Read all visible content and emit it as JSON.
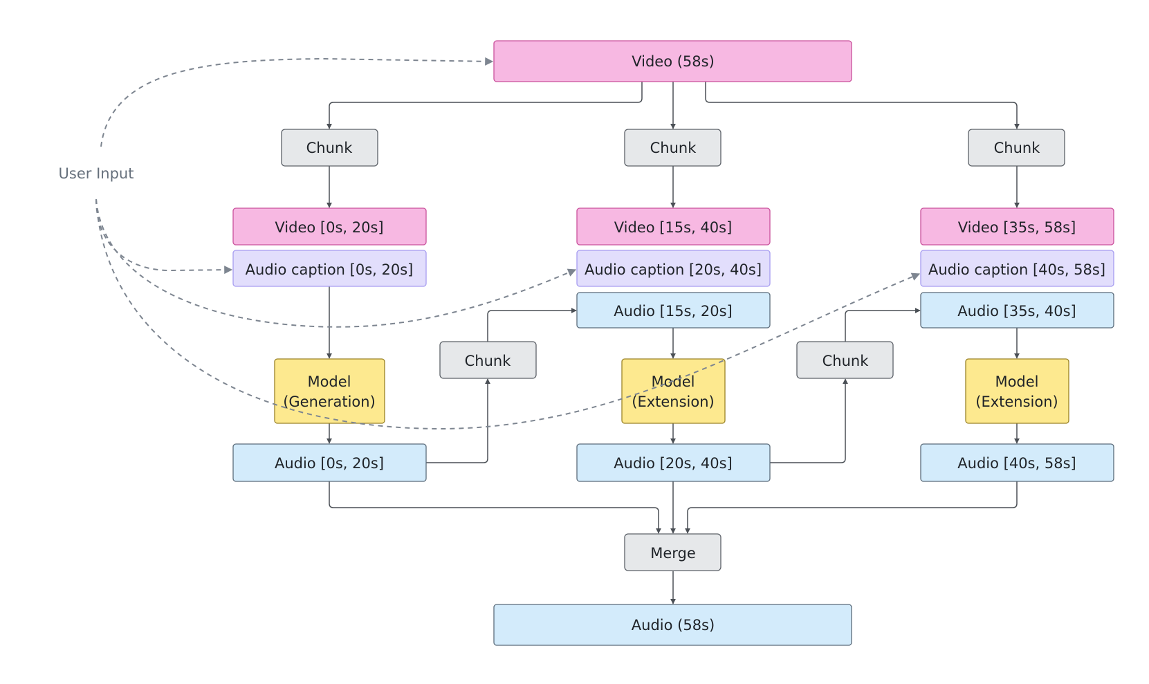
{
  "colors": {
    "video_fill": "#f7b8e2",
    "video_stroke": "#c9509b",
    "caption_fill": "#e2defc",
    "caption_stroke": "#a69cf0",
    "audio_fill": "#d3ebfb",
    "audio_stroke": "#5a6b7a",
    "chunk_fill": "#e6e8ea",
    "chunk_stroke": "#5c6168",
    "model_fill": "#fde98f",
    "model_stroke": "#9a8226",
    "edge": "#4a4f55",
    "dashed_edge": "#7d8590",
    "muted_text": "#66707c"
  },
  "user_input": {
    "label": "User Input"
  },
  "nodes": {
    "video_full": "Video (58s)",
    "chunk_left": "Chunk",
    "chunk_mid": "Chunk",
    "chunk_right": "Chunk",
    "video_seg_1": "Video [0s, 20s]",
    "video_seg_2": "Video [15s, 40s]",
    "video_seg_3": "Video [35s, 58s]",
    "caption_1": "Audio caption [0s, 20s]",
    "caption_2": "Audio caption [20s, 40s]",
    "caption_3": "Audio caption [40s, 58s]",
    "overlap_audio_2": "Audio [15s, 20s]",
    "overlap_audio_3": "Audio [35s, 40s]",
    "overlap_chunk_1": "Chunk",
    "overlap_chunk_2": "Chunk",
    "model_1": [
      "Model",
      "(Generation)"
    ],
    "model_2": [
      "Model",
      "(Extension)"
    ],
    "model_3": [
      "Model",
      "(Extension)"
    ],
    "audio_out_1": "Audio [0s, 20s]",
    "audio_out_2": "Audio [20s, 40s]",
    "audio_out_3": "Audio [40s, 58s]",
    "merge": "Merge",
    "audio_full": "Audio (58s)"
  }
}
